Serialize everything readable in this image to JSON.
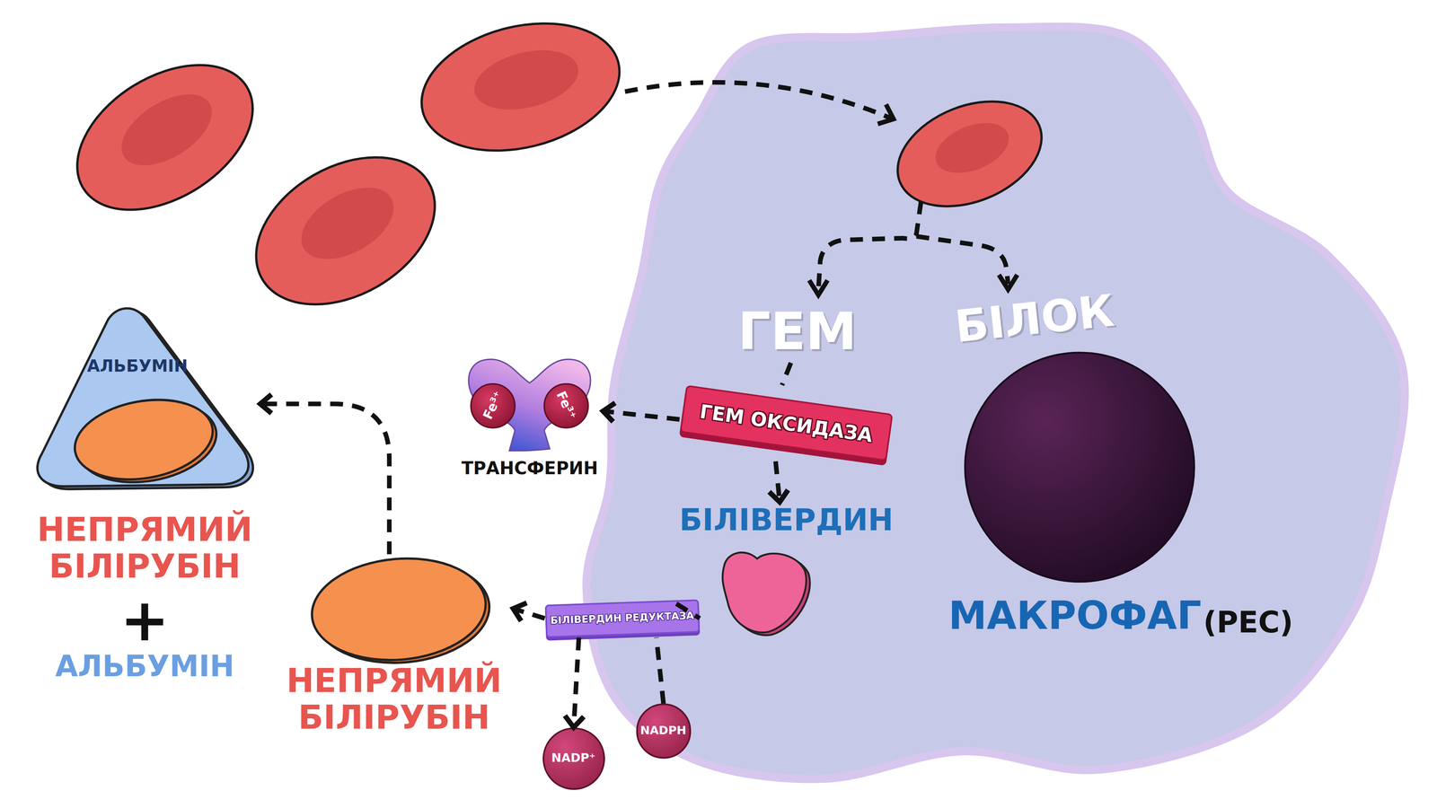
{
  "diagram": {
    "nodes": [
      {
        "text": [
          "МАКРОФАГ",
          "(РЕС)"
        ]
      },
      {
        "text": [
          "ГЕМ"
        ],
        "in": 0
      },
      {
        "text": [
          "БІЛОК"
        ],
        "in": 0
      },
      {
        "text": [
          "ГЕМ ОКСИДАЗА"
        ],
        "in": 0
      },
      {
        "text": [
          "Fe³⁺",
          "Fe³⁺",
          "ТРАНСФЕРИН"
        ]
      },
      {
        "text": [
          "БІЛІВЕРДИН"
        ],
        "in": 0
      },
      {
        "text": [
          "АЛЬБУМІН",
          "НЕПРЯМИЙ БІЛІРУБІН",
          "+",
          "АЛЬБУМІН"
        ]
      },
      {
        "text": [
          "БІЛІВЕРДИН РЕДУКТАЗА"
        ]
      },
      {
        "text": [
          "НЕПРЯМИЙ БІЛІРУБІН"
        ]
      },
      {
        "text": [
          "NADP⁺"
        ]
      },
      {
        "text": [
          "NADPH"
        ]
      }
    ],
    "edges": [
      {
        "from": 1,
        "to": 3,
        "arrow": "none"
      },
      {
        "from": 3,
        "to": 5,
        "arrow": "to"
      },
      {
        "from": 3,
        "to": 4,
        "arrow": "to"
      },
      {
        "from": 5,
        "to": 7,
        "arrow": "none"
      },
      {
        "from": 7,
        "to": 8,
        "arrow": "to"
      },
      {
        "from": 10,
        "to": 7,
        "arrow": "none"
      },
      {
        "from": 7,
        "to": 9,
        "arrow": "to"
      },
      {
        "from": 8,
        "to": 6,
        "arrow": "to"
      }
    ]
  }
}
